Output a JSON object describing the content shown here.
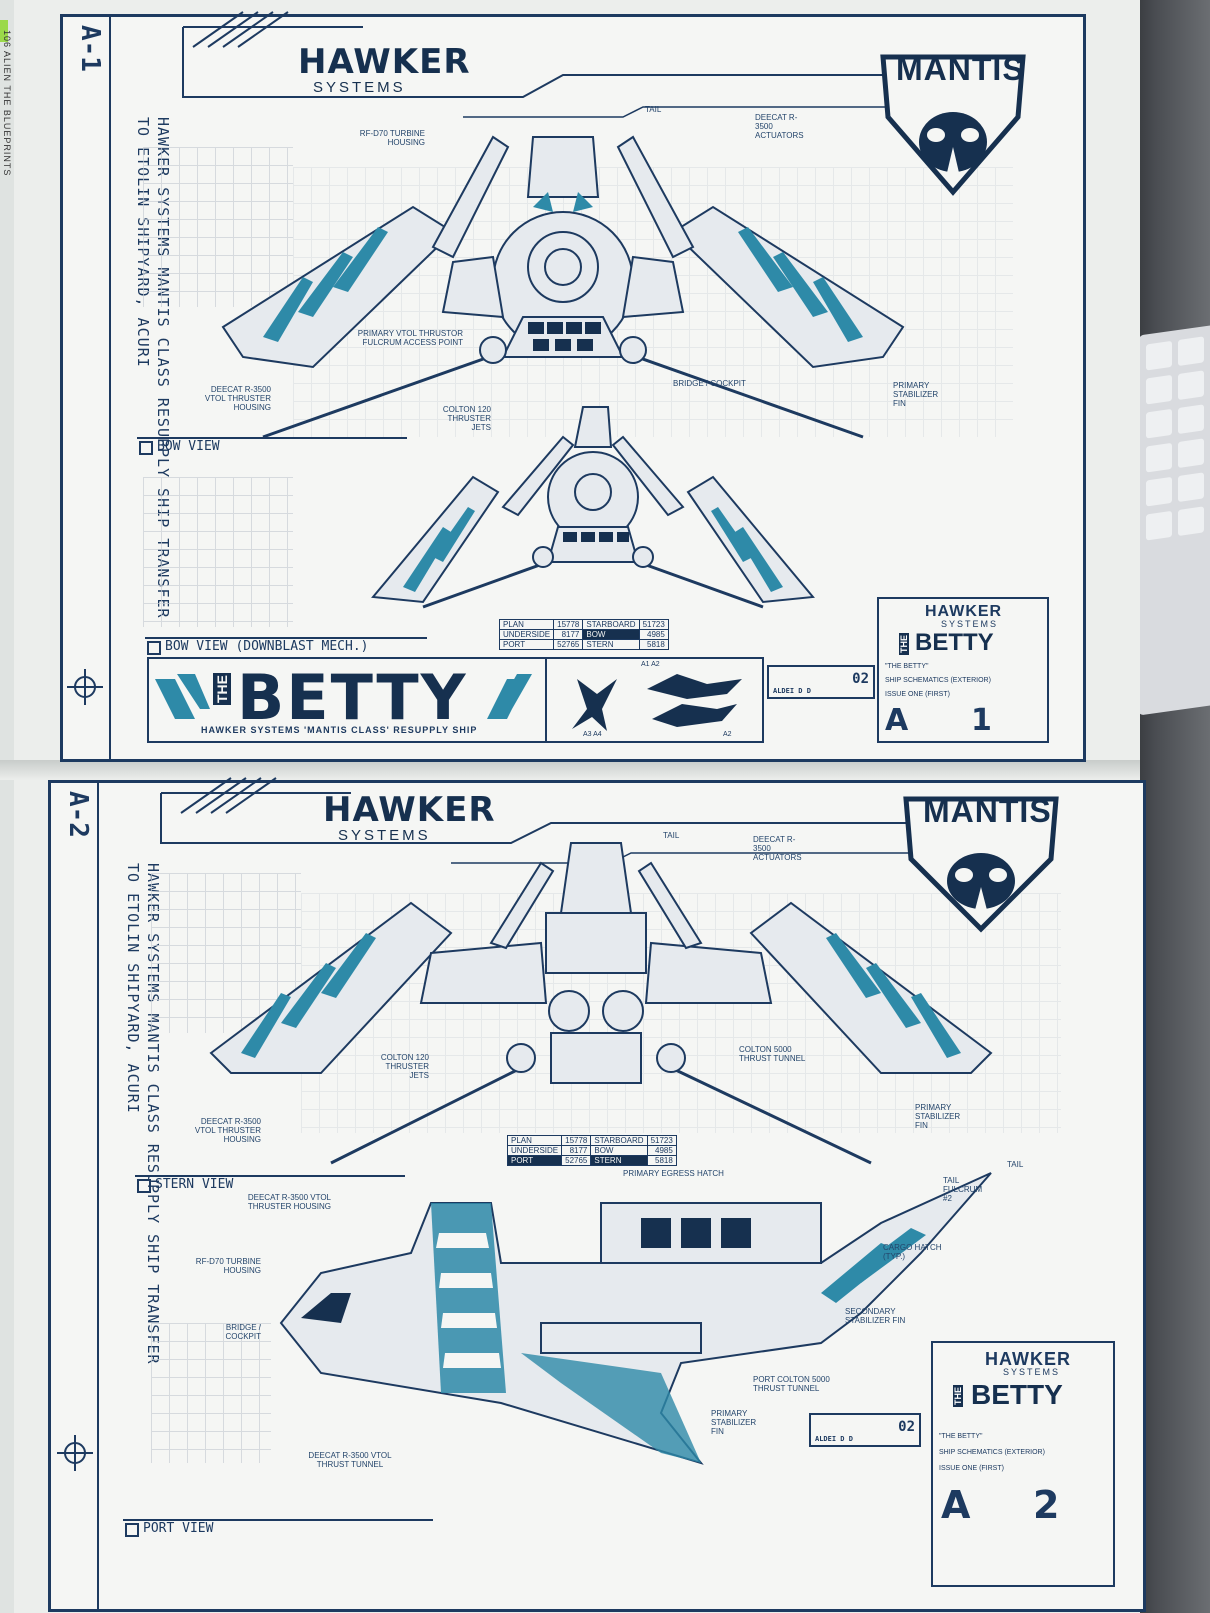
{
  "spine": {
    "text": "106 ALIEN THE BLUEPRINTS"
  },
  "sheet_a1": {
    "id": "A-1",
    "side_text": "HAWKER SYSTEMS MANTIS CLASS RESUPPLY SHIP TRANSFER TO ETOLIN SHIPYARD, ACURI",
    "brand": {
      "name": "HAWKER",
      "sub": "SYSTEMS"
    },
    "badge": "MANTIS",
    "labels": {
      "tail": "TAIL",
      "actuators": "DEECAT R-3500 ACTUATORS",
      "turbine": "RF-D70 TURBINE HOUSING",
      "vtol_thruster": "PRIMARY VTOL THRUSTOR FULCRUM ACCESS POINT",
      "vtol_housing": "DEECAT R-3500 VTOL THRUSTER HOUSING",
      "colton": "COLTON 120 THRUSTER JETS",
      "bridge": "BRIDGE / COCKPIT",
      "stabilizer": "PRIMARY STABILIZER FIN"
    },
    "views": {
      "bow": "BOW VIEW",
      "bow_down": "BOW VIEW (DOWNBLAST MECH.)"
    },
    "stats": [
      [
        "PLAN",
        "15778",
        "STARBOARD",
        "51723"
      ],
      [
        "UNDERSIDE",
        "8177",
        "BOW",
        "4985"
      ],
      [
        "PORT",
        "52765",
        "STERN",
        "5818"
      ]
    ],
    "banner": {
      "the": "THE",
      "name": "BETTY",
      "sub": "HAWKER SYSTEMS 'MANTIS CLASS' RESUPPLY SHIP"
    },
    "silhouette_tags": {
      "a1a2": "A1 A2",
      "a3a4": "A3 A4",
      "a2": "A2"
    },
    "code_box": {
      "code": "02",
      "sub": "ALDEI D D"
    },
    "titleblock": {
      "hawker": "HAWKER",
      "systems": "SYSTEMS",
      "the": "THE",
      "betty": "BETTY",
      "lines": [
        "\"THE BETTY\"",
        "SHIP SCHEMATICS (EXTERIOR)",
        "ISSUE ONE (FIRST)"
      ],
      "letter": "A",
      "number": "1"
    }
  },
  "sheet_a2": {
    "id": "A-2",
    "side_text": "HAWKER SYSTEMS MANTIS CLASS RESUPPLY SHIP TRANSFER TO ETOLIN SHIPYARD, ACURI",
    "brand": {
      "name": "HAWKER",
      "sub": "SYSTEMS"
    },
    "badge": "MANTIS",
    "labels": {
      "tail": "TAIL",
      "actuators": "DEECAT R-3500 ACTUATORS",
      "colton": "COLTON 120 THRUSTER JETS",
      "thrust_tunnel": "COLTON 5000 THRUST TUNNEL",
      "vtol_housing": "DEECAT R-3500 VTOL THRUSTER HOUSING",
      "stabilizer": "PRIMARY STABILIZER FIN",
      "egress": "PRIMARY EGRESS HATCH",
      "tail2": "TAIL",
      "fulcrum": "TAIL FULCRUM #2",
      "vtol_housing2": "DEECAT R-3500 VTOL THRUSTER HOUSING",
      "turbine": "RF-D70 TURBINE HOUSING",
      "cargo": "CARGO HATCH (TYP.)",
      "bridge": "BRIDGE / COCKPIT",
      "secondary": "SECONDARY STABILIZER FIN",
      "port_tunnel": "PORT COLTON 5000 THRUST TUNNEL",
      "stabilizer2": "PRIMARY STABILIZER FIN",
      "vtol_tunnel": "DEECAT R-3500 VTOL THRUST TUNNEL"
    },
    "views": {
      "stern": "STERN VIEW",
      "port": "PORT VIEW"
    },
    "stats": [
      [
        "PLAN",
        "15778",
        "STARBOARD",
        "51723"
      ],
      [
        "UNDERSIDE",
        "8177",
        "BOW",
        "4985"
      ],
      [
        "PORT",
        "52765",
        "STERN",
        "5818"
      ]
    ],
    "code_box": {
      "code": "02",
      "sub": "ALDEI D D"
    },
    "titleblock": {
      "hawker": "HAWKER",
      "systems": "SYSTEMS",
      "the": "THE",
      "betty": "BETTY",
      "lines": [
        "\"THE BETTY\"",
        "SHIP SCHEMATICS (EXTERIOR)",
        "ISSUE ONE (FIRST)"
      ],
      "letter": "A",
      "number": "2"
    }
  },
  "colors": {
    "ink": "#1d3a60",
    "accent": "#2e8aa8",
    "paper": "#f5f6f4"
  }
}
